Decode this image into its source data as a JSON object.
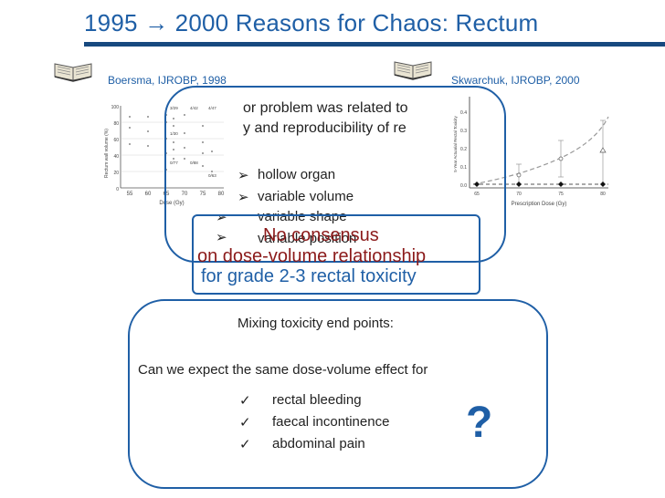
{
  "slide": {
    "title": "1995 → 2000   Reasons for Chaos: Rectum"
  },
  "refs": {
    "left": "Boersma, IJROBP, 1998",
    "right": "Skwarchuk, IJROBP, 2000"
  },
  "left_plot": {
    "ylabel": "Rectum wall volume (%)",
    "xlabel": "Dose (Gy)",
    "y_ticks": [
      "100",
      "80",
      "60",
      "40",
      "20",
      "0"
    ],
    "x_ticks": [
      "55",
      "60",
      "65",
      "70",
      "75",
      "80"
    ],
    "annotations": [
      "3/29",
      "4/42",
      "4/47",
      "1/30",
      "0/77",
      "0/88",
      "0/63"
    ]
  },
  "right_plot": {
    "ylabel": "5-Year Actuarial Rectal Toxicity",
    "xlabel": "Prescription Dose (Gy)",
    "y_ticks": [
      "0.4",
      "0.3",
      "0.2",
      "0.1",
      "0.0"
    ],
    "x_ticks": [
      "65",
      "70",
      "75",
      "80"
    ]
  },
  "problem_box": {
    "line1": "or problem was related to",
    "line2": "y and reproducibility of re",
    "items": [
      "hollow organ",
      "variable volume",
      "variable shape",
      "variable position"
    ]
  },
  "consensus_box": {
    "line1": "No consensus",
    "line2": "on dose-volume relationship",
    "line3": "for grade 2-3 rectal toxicity",
    "color_line1": "#8b1a1a",
    "color_line2": "#8b1a1a",
    "color_line3": "#1f5fa6"
  },
  "endpoints_box": {
    "heading": "Mixing toxicity end points:",
    "question": "Can we expect the same dose-volume effect for",
    "items": [
      "rectal bleeding",
      "faecal incontinence",
      "abdominal pain"
    ],
    "mark": "?"
  },
  "colors": {
    "accent": "#1f5fa6",
    "rule": "#17497f",
    "question_mark": "#1f5fa6"
  }
}
